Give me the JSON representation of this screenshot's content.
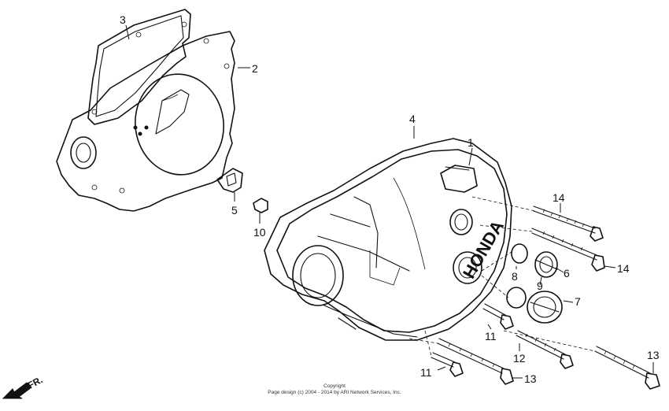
{
  "callouts": {
    "c1": "1",
    "c2": "2",
    "c3": "3",
    "c4": "4",
    "c5": "5",
    "c6": "6",
    "c7": "7",
    "c8": "8",
    "c9": "9",
    "c10": "10",
    "c11a": "11",
    "c11b": "11",
    "c12": "12",
    "c13a": "13",
    "c13b": "13",
    "c14a": "14",
    "c14b": "14"
  },
  "cover_logo_text": "HONDA",
  "direction_label": "FR.",
  "footer": {
    "line1": "Copyright",
    "line2": "Page design (c) 2004 - 2014 by ARI Network Services, Inc."
  },
  "colors": {
    "ink": "#111111",
    "paper": "#ffffff"
  }
}
